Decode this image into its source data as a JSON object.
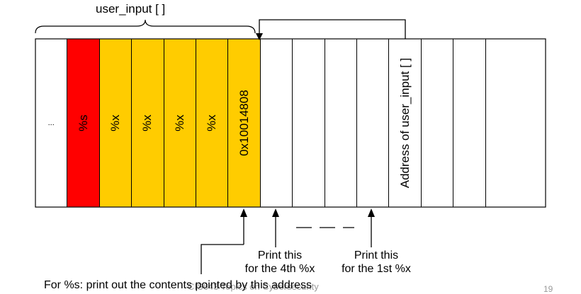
{
  "diagram": {
    "brace_label": "user_input [ ]",
    "cells": [
      {
        "text": "...",
        "fill": "#ffffff",
        "vertical": false
      },
      {
        "text": "%s",
        "fill": "#ff0000",
        "vertical": true
      },
      {
        "text": "%x",
        "fill": "#ffcc00",
        "vertical": true
      },
      {
        "text": "%x",
        "fill": "#ffcc00",
        "vertical": true
      },
      {
        "text": "%x",
        "fill": "#ffcc00",
        "vertical": true
      },
      {
        "text": "%x",
        "fill": "#ffcc00",
        "vertical": true
      },
      {
        "text": "0x10014808",
        "fill": "#ffcc00",
        "vertical": true
      },
      {
        "text": "",
        "fill": "#ffffff",
        "vertical": true
      },
      {
        "text": "",
        "fill": "#ffffff",
        "vertical": true
      },
      {
        "text": "",
        "fill": "#ffffff",
        "vertical": true
      },
      {
        "text": "",
        "fill": "#ffffff",
        "vertical": true
      },
      {
        "text": "Address of user_input [ ]",
        "fill": "#ffffff",
        "vertical": true
      },
      {
        "text": "",
        "fill": "#ffffff",
        "vertical": true
      },
      {
        "text": "",
        "fill": "#ffffff",
        "vertical": true
      },
      {
        "text": "",
        "fill": "#ffffff",
        "vertical": true
      }
    ],
    "label_4th": "Print this\nfor the 4th %x",
    "label_1st": "Print this\nfor the 1st %x",
    "note": "For %s: print out the contents pointed by this address",
    "footer": "CIS643 Topics on Cybersecurity",
    "page_number": "19"
  }
}
